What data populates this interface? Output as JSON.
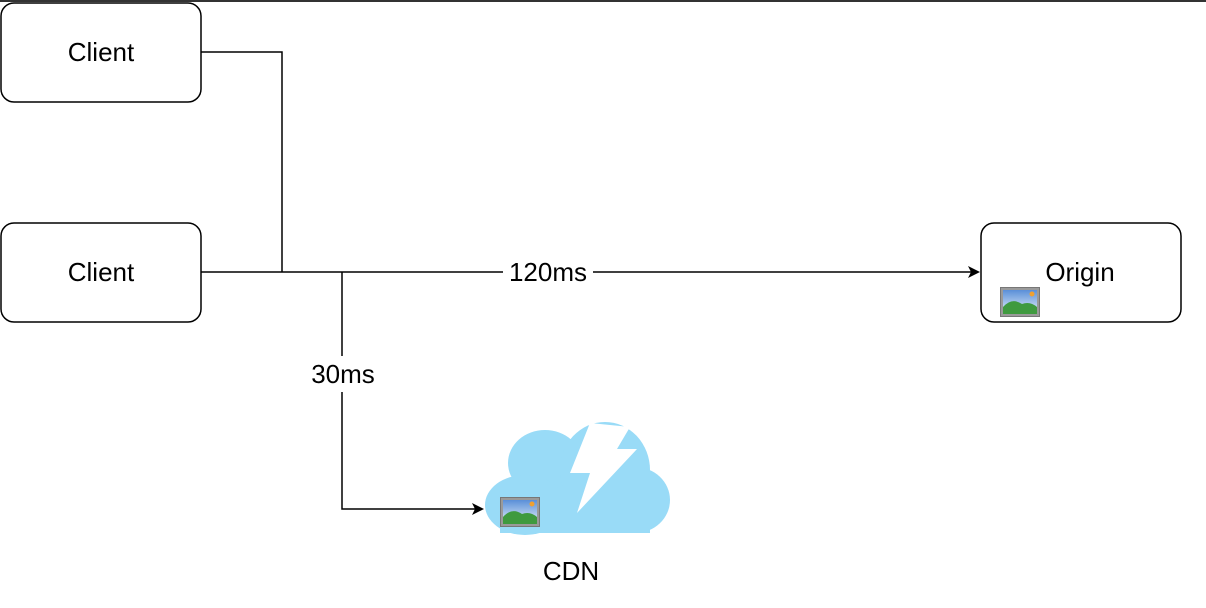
{
  "nodes": {
    "client_top": {
      "label": "Client"
    },
    "client_bottom": {
      "label": "Client"
    },
    "origin": {
      "label": "Origin"
    },
    "cdn": {
      "label": "CDN"
    }
  },
  "edges": {
    "to_origin": {
      "label": "120ms"
    },
    "to_cdn": {
      "label": "30ms"
    }
  },
  "colors": {
    "cloud": "#99dbf7",
    "stroke": "#000000"
  }
}
